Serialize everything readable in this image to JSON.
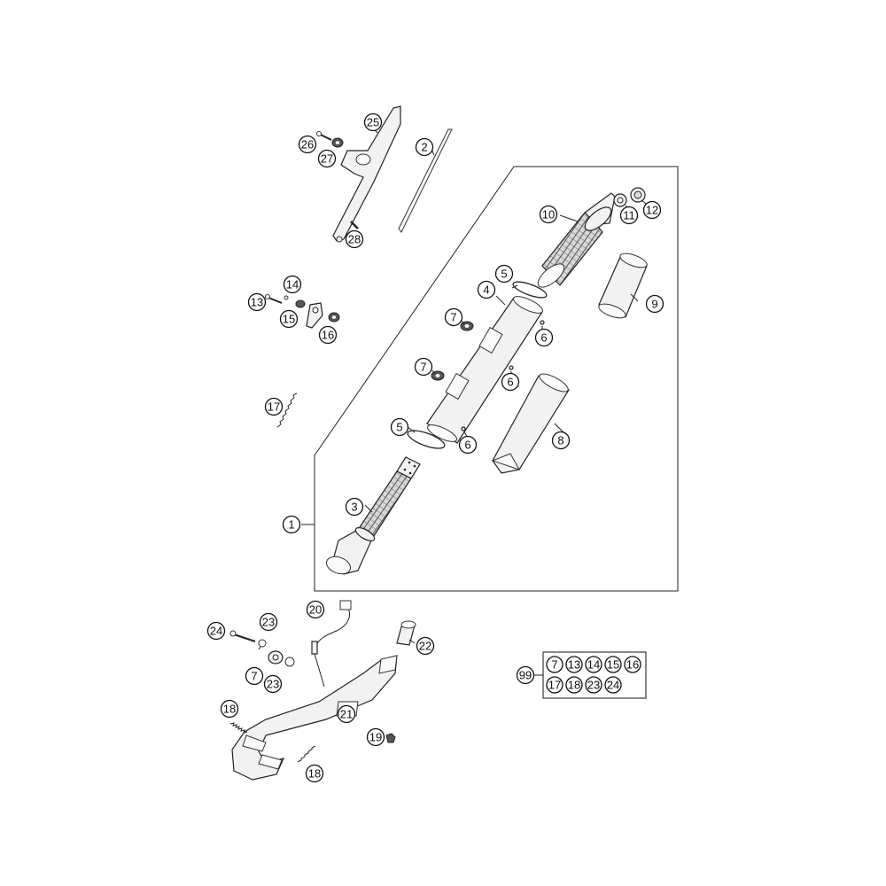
{
  "diagram": {
    "callouts": {
      "c1": "1",
      "c2": "2",
      "c3": "3",
      "c4": "4",
      "c5a": "5",
      "c5b": "5",
      "c6a": "6",
      "c6b": "6",
      "c6c": "6",
      "c7a": "7",
      "c7b": "7",
      "c7c": "7",
      "c8": "8",
      "c9": "9",
      "c10": "10",
      "c11": "11",
      "c12": "12",
      "c13": "13",
      "c14": "14",
      "c15": "15",
      "c16": "16",
      "c17": "17",
      "c18a": "18",
      "c18b": "18",
      "c19": "19",
      "c20": "20",
      "c21": "21",
      "c22": "22",
      "c23a": "23",
      "c23b": "23",
      "c24": "24",
      "c25": "25",
      "c26": "26",
      "c27": "27",
      "c28": "28"
    },
    "kit": {
      "label": "99",
      "row1": [
        "7",
        "13",
        "14",
        "15",
        "16"
      ],
      "row2": [
        "17",
        "18",
        "23",
        "24"
      ]
    }
  }
}
